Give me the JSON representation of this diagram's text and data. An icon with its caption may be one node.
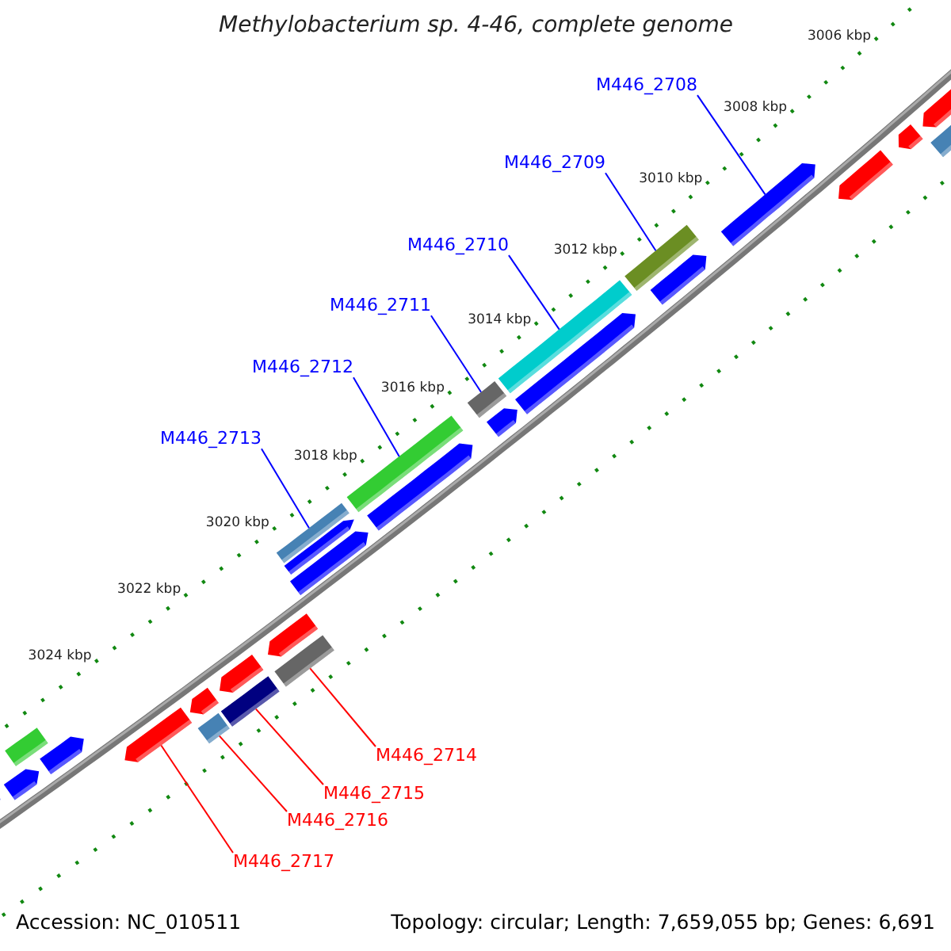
{
  "diagram": {
    "title": "Methylobacterium sp. 4-46, complete genome",
    "nodes": [
      {
        "text": [
          "M446_2708"
        ]
      },
      {
        "text": [],
        "shape": "arrow"
      },
      {
        "text": [
          "M446_2709"
        ]
      },
      {
        "text": [],
        "shape": "bar"
      },
      {
        "text": [
          "M446_2710"
        ]
      },
      {
        "text": [],
        "shape": "bar"
      },
      {
        "text": [
          "M446_2711"
        ]
      },
      {
        "text": [],
        "shape": "bar"
      },
      {
        "text": [
          "M446_2712"
        ]
      },
      {
        "text": [],
        "shape": "bar"
      },
      {
        "text": [
          "M446_2713"
        ]
      },
      {
        "text": [],
        "shape": "bar"
      },
      {
        "text": [
          "M446_2714"
        ]
      },
      {
        "text": [],
        "shape": "bar"
      },
      {
        "text": [
          "M446_2715"
        ]
      },
      {
        "text": [],
        "shape": "bar"
      },
      {
        "text": [
          "M446_2716"
        ]
      },
      {
        "text": [],
        "shape": "bar"
      },
      {
        "text": [
          "M446_2717"
        ]
      },
      {
        "text": [],
        "shape": "arrow"
      },
      {
        "text": [],
        "shape": "arrow"
      },
      {
        "text": [],
        "shape": "arrow"
      },
      {
        "text": [],
        "shape": "arrow"
      },
      {
        "text": [],
        "shape": "arrow"
      },
      {
        "text": [],
        "shape": "arrow"
      },
      {
        "text": [],
        "shape": "arrow"
      },
      {
        "text": [],
        "shape": "arrow"
      },
      {
        "text": [],
        "shape": "arrow"
      },
      {
        "text": [],
        "shape": "arrow"
      },
      {
        "text": [],
        "shape": "bar"
      },
      {
        "text": [],
        "shape": "arrow"
      },
      {
        "text": [],
        "shape": "arrow"
      },
      {
        "text": [],
        "shape": "arrow"
      },
      {
        "text": [],
        "shape": "arrow"
      },
      {
        "text": [],
        "shape": "arrow"
      },
      {
        "text": [],
        "shape": "arrow"
      },
      {
        "text": [],
        "shape": "bar"
      }
    ],
    "edges": [
      {
        "from": 0,
        "to": 1,
        "arrow": "none"
      },
      {
        "from": 2,
        "to": 3,
        "arrow": "none"
      },
      {
        "from": 4,
        "to": 5,
        "arrow": "none"
      },
      {
        "from": 6,
        "to": 7,
        "arrow": "none"
      },
      {
        "from": 8,
        "to": 9,
        "arrow": "none"
      },
      {
        "from": 10,
        "to": 11,
        "arrow": "none"
      },
      {
        "from": 12,
        "to": 13,
        "arrow": "none",
        "color": "#ff0000"
      },
      {
        "from": 14,
        "to": 15,
        "arrow": "none",
        "color": "#ff0000"
      },
      {
        "from": 16,
        "to": 17,
        "arrow": "none",
        "color": "#ff0000"
      },
      {
        "from": 18,
        "to": 19,
        "arrow": "none",
        "color": "#ff0000"
      }
    ],
    "labels": [
      "3006 kbp",
      "3008 kbp",
      "3010 kbp",
      "3012 kbp",
      "3014 kbp",
      "3016 kbp",
      "3018 kbp",
      "3020 kbp",
      "3022 kbp",
      "3024 kbp",
      "Accession: NC_010511",
      "Topology: circular; Length: 7,659,055 bp; Genes: 6,691"
    ]
  }
}
